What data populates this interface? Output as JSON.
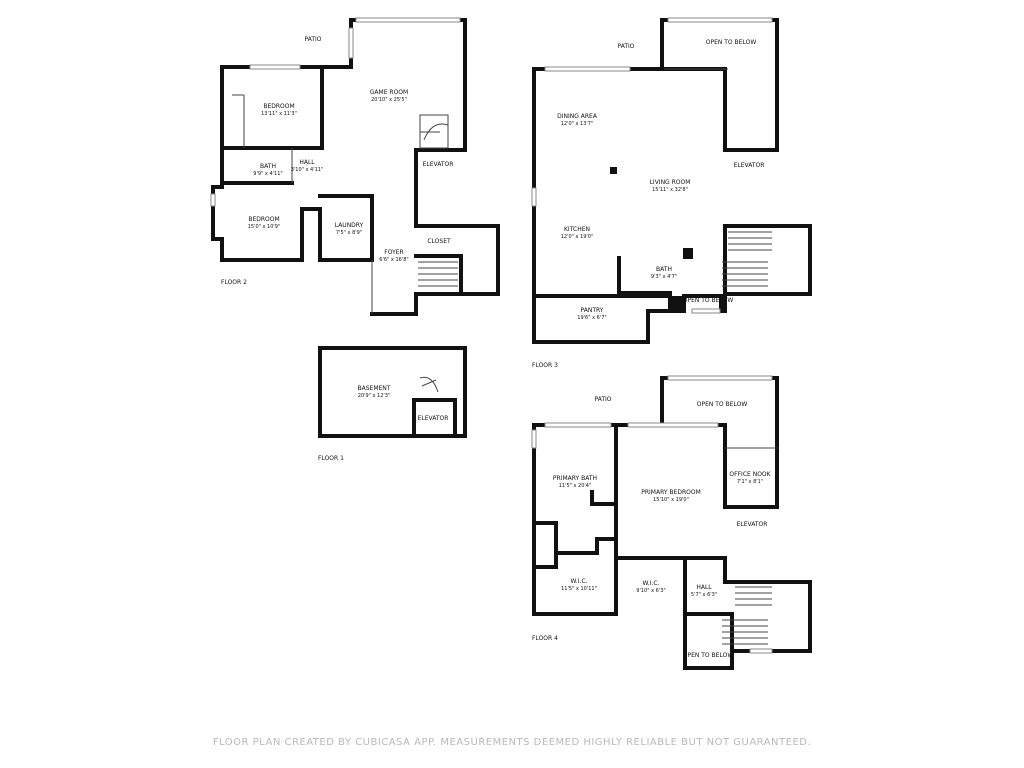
{
  "floors": {
    "floor1": {
      "label": "FLOOR 1",
      "rooms": {
        "basement": {
          "name": "BASEMENT",
          "dim": "20'9\" x 12'3\""
        },
        "elevator": {
          "name": "ELEVATOR"
        }
      }
    },
    "floor2": {
      "label": "FLOOR 2",
      "rooms": {
        "patio": {
          "name": "PATIO"
        },
        "game_room": {
          "name": "GAME ROOM",
          "dim": "20'10\" x 25'5\""
        },
        "bedroom_a": {
          "name": "BEDROOM",
          "dim": "13'11\" x 11'3\""
        },
        "bath": {
          "name": "BATH",
          "dim": "9'9\" x 4'11\""
        },
        "hall": {
          "name": "HALL",
          "dim": "3'10\" x 4'11\""
        },
        "elevator": {
          "name": "ELEVATOR"
        },
        "bedroom_b": {
          "name": "BEDROOM",
          "dim": "15'0\" x 10'9\""
        },
        "laundry": {
          "name": "LAUNDRY",
          "dim": "7'5\" x 8'9\""
        },
        "foyer": {
          "name": "FOYER",
          "dim": "6'6\" x 16'8\""
        },
        "closet": {
          "name": "CLOSET"
        }
      }
    },
    "floor3": {
      "label": "FLOOR 3",
      "rooms": {
        "patio": {
          "name": "PATIO"
        },
        "open_to_below_top": {
          "name": "OPEN TO BELOW"
        },
        "dining": {
          "name": "DINING AREA",
          "dim": "12'0\" x 13'7\""
        },
        "elevator": {
          "name": "ELEVATOR"
        },
        "living": {
          "name": "LIVING ROOM",
          "dim": "15'11\" x 32'8\""
        },
        "kitchen": {
          "name": "KITCHEN",
          "dim": "12'0\" x 19'0\""
        },
        "bath": {
          "name": "BATH",
          "dim": "9'3\" x 4'7\""
        },
        "open_to_below_bottom": {
          "name": "OPEN TO BELOW"
        },
        "pantry": {
          "name": "PANTRY",
          "dim": "19'6\" x 6'7\""
        }
      }
    },
    "floor4": {
      "label": "FLOOR 4",
      "rooms": {
        "patio": {
          "name": "PATIO"
        },
        "open_to_below_top": {
          "name": "OPEN TO BELOW"
        },
        "office_nook": {
          "name": "OFFICE NOOK",
          "dim": "7'1\" x 8'1\""
        },
        "primary_bath": {
          "name": "PRIMARY BATH",
          "dim": "11'5\" x 20'4\""
        },
        "primary_bedroom": {
          "name": "PRIMARY BEDROOM",
          "dim": "15'10\" x 19'0\""
        },
        "elevator": {
          "name": "ELEVATOR"
        },
        "wic_a": {
          "name": "W.I.C.",
          "dim": "11'5\" x 10'11\""
        },
        "wic_b": {
          "name": "W.I.C.",
          "dim": "9'10\" x 6'3\""
        },
        "hall": {
          "name": "HALL",
          "dim": "5'7\" x 6'3\""
        },
        "open_to_below_bottom": {
          "name": "OPEN TO BELOW"
        }
      }
    }
  },
  "footer": "FLOOR PLAN CREATED BY CUBICASA APP. MEASUREMENTS DEEMED HIGHLY RELIABLE BUT NOT GUARANTEED."
}
